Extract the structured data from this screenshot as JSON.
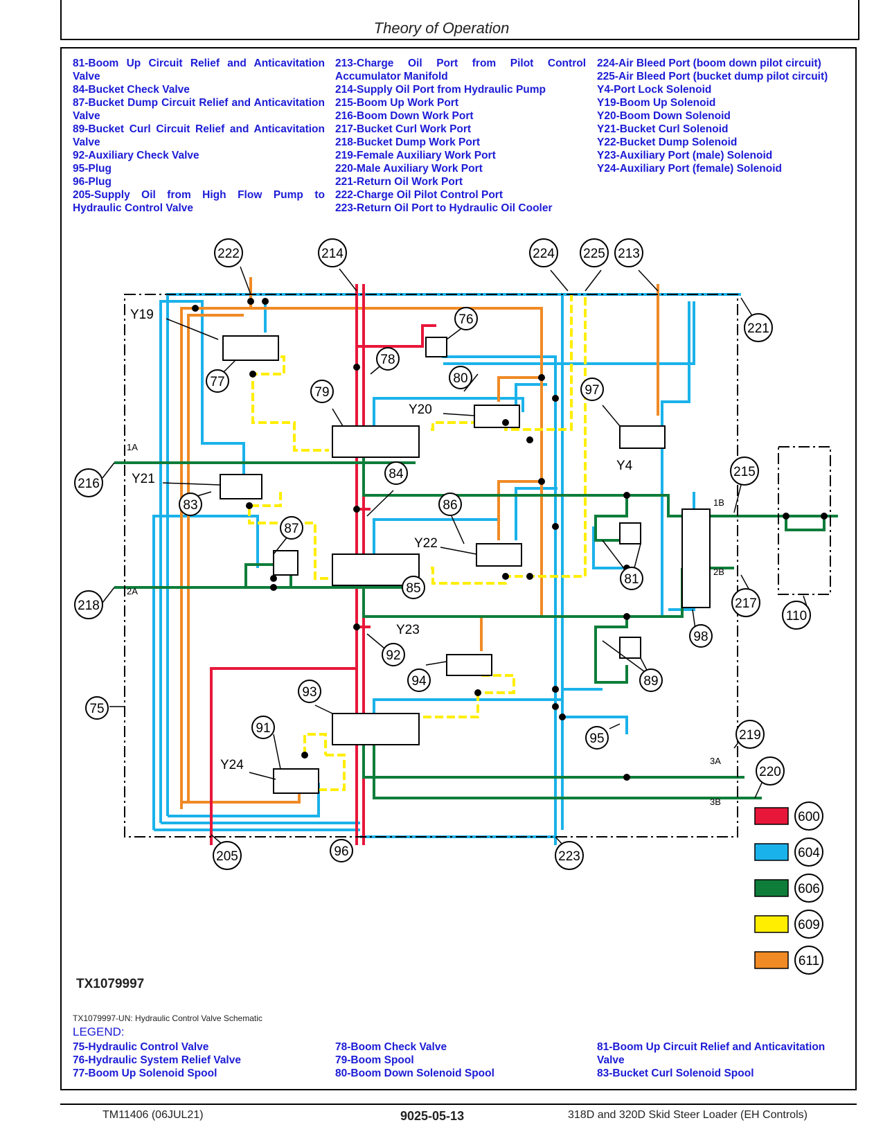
{
  "page_title": "Theory of Operation",
  "legend_columns": [
    [
      {
        "text": "81-Boom Up Circuit Relief and Anticavitation Valve",
        "justify": true
      },
      {
        "text": "84-Bucket Check Valve",
        "justify": false
      },
      {
        "text": "87-Bucket Dump Circuit Relief and Anticavitation Valve",
        "justify": true
      },
      {
        "text": "89-Bucket Curl Circuit Relief and Anticavitation Valve",
        "justify": true
      },
      {
        "text": "92-Auxiliary Check Valve",
        "justify": false
      },
      {
        "text": "95-Plug",
        "justify": false
      },
      {
        "text": "96-Plug",
        "justify": false
      },
      {
        "text": "205-Supply Oil from High Flow Pump to Hydraulic Control Valve",
        "justify": true
      }
    ],
    [
      {
        "text": "213-Charge Oil Port from Pilot Control Accumulator Manifold",
        "justify": true
      },
      {
        "text": "214-Supply Oil Port from Hydraulic Pump",
        "justify": false
      },
      {
        "text": "215-Boom Up Work Port",
        "justify": false
      },
      {
        "text": "216-Boom Down Work Port",
        "justify": false
      },
      {
        "text": "217-Bucket Curl Work Port",
        "justify": false
      },
      {
        "text": "218-Bucket Dump Work Port",
        "justify": false
      },
      {
        "text": "219-Female Auxiliary Work Port",
        "justify": false
      },
      {
        "text": "220-Male Auxiliary Work Port",
        "justify": false
      },
      {
        "text": "221-Return Oil Work Port",
        "justify": false
      },
      {
        "text": "222-Charge Oil Pilot Control Port",
        "justify": false
      },
      {
        "text": "223-Return Oil Port to Hydraulic Oil Cooler",
        "justify": false
      }
    ],
    [
      {
        "text": "224-Air Bleed Port (boom down pilot circuit)",
        "justify": false
      },
      {
        "text": "225-Air Bleed Port (bucket dump pilot circuit)",
        "justify": false
      },
      {
        "text": "Y4-Port Lock Solenoid",
        "justify": false
      },
      {
        "text": "Y19-Boom Up Solenoid",
        "justify": false
      },
      {
        "text": "Y20-Boom Down Solenoid",
        "justify": false
      },
      {
        "text": "Y21-Bucket Curl Solenoid",
        "justify": false
      },
      {
        "text": "Y22-Bucket Dump Solenoid",
        "justify": false
      },
      {
        "text": "Y23-Auxiliary Port (male) Solenoid",
        "justify": false
      },
      {
        "text": "Y24-Auxiliary Port (female) Solenoid",
        "justify": false
      }
    ]
  ],
  "colors": {
    "pressure": "#e8173a",
    "return": "#1ab2ea",
    "trapped": "#0e7d3a",
    "pilot": "#ffee00",
    "charge": "#f08a25",
    "legend_text": "#1b1bd6"
  },
  "callouts": {
    "c222": "222",
    "c214": "214",
    "c224": "224",
    "c225": "225",
    "c213": "213",
    "c221": "221",
    "c76": "76",
    "c78": "78",
    "c77": "77",
    "c79": "79",
    "c80": "80",
    "c97": "97",
    "c216": "216",
    "c84": "84",
    "c83": "83",
    "c87": "87",
    "c86": "86",
    "c215": "215",
    "c218": "218",
    "c85": "85",
    "c81": "81",
    "c217": "217",
    "c110": "110",
    "c92": "92",
    "c94": "94",
    "c98": "98",
    "c89": "89",
    "c75": "75",
    "c93": "93",
    "c91": "91",
    "c95": "95",
    "c219": "219",
    "c220": "220",
    "c205": "205",
    "c96": "96",
    "c223": "223"
  },
  "labels": {
    "y19": "Y19",
    "y20": "Y20",
    "y21": "Y21",
    "y22": "Y22",
    "y23": "Y23",
    "y24": "Y24",
    "y4": "Y4",
    "p1a": "1A",
    "p2a": "2A",
    "p1b": "1B",
    "p2b": "2B",
    "p3a": "3A",
    "p3b": "3B"
  },
  "color_key": [
    {
      "code": "600",
      "color": "#e8173a"
    },
    {
      "code": "604",
      "color": "#1ab2ea"
    },
    {
      "code": "606",
      "color": "#0e7d3a"
    },
    {
      "code": "609",
      "color": "#ffee00"
    },
    {
      "code": "611",
      "color": "#f08a25"
    }
  ],
  "figure_id": "TX1079997",
  "caption": "TX1079997-UN: Hydraulic Control Valve Schematic",
  "legend_heading": "LEGEND:",
  "bottom_legend_columns": [
    [
      "75-Hydraulic Control Valve",
      "76-Hydraulic System Relief Valve",
      "77-Boom Up Solenoid Spool"
    ],
    [
      "78-Boom Check Valve",
      "79-Boom Spool",
      "80-Boom Down Solenoid Spool"
    ],
    [
      "81-Boom Up Circuit Relief and Anticavitation Valve",
      "83-Bucket Curl Solenoid Spool"
    ]
  ],
  "footer": {
    "left": "TM11406 (06JUL21)",
    "center": "9025-05-13",
    "right": "318D and 320D Skid Steer Loader (EH Controls)"
  }
}
